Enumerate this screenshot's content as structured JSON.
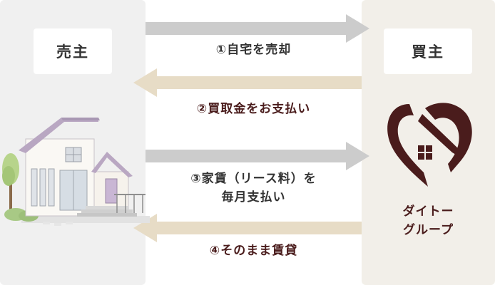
{
  "seller": {
    "label": "売主"
  },
  "buyer": {
    "label": "買主"
  },
  "steps": {
    "s1": "①自宅を売却",
    "s2": "②買取金をお支払い",
    "s3a": "③家賃（リース料）を",
    "s3b": "毎月支払い",
    "s4": "④そのまま賃貸"
  },
  "company": {
    "line1": "ダイトー",
    "line2": "グループ"
  },
  "icons": {
    "logo": "heart-house-logo-icon",
    "house": "house-illustration-icon"
  },
  "colors": {
    "gray_arrow": "#cccccc",
    "tan_arrow": "#e7dcc6",
    "brand": "#4a1c1c",
    "text": "#333333"
  }
}
